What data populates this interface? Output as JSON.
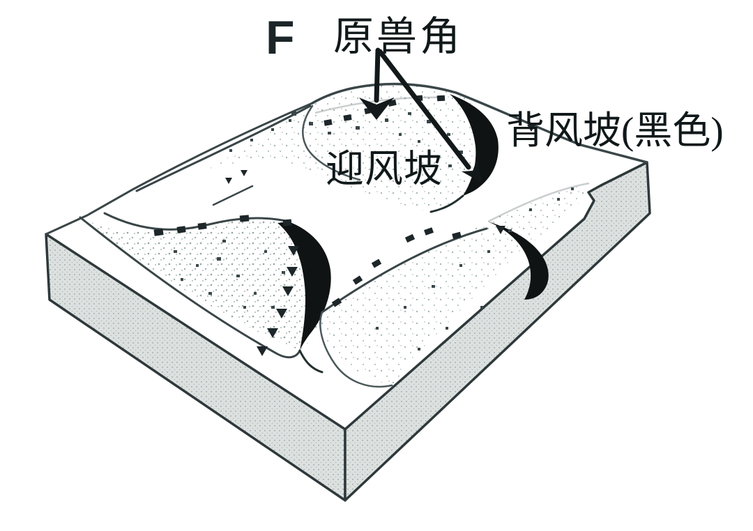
{
  "figure": {
    "wind_symbol": "F",
    "labels": {
      "horns": "原兽角",
      "windward_slope": "迎风坡",
      "leeward_slope": "背风坡(黑色)"
    },
    "colors": {
      "outline": "#2e383a",
      "slipface_black": "#101314",
      "side_face_gray": "#dce1e0",
      "sand_stipple": "#a9b8b4",
      "background": "#ffffff"
    }
  }
}
